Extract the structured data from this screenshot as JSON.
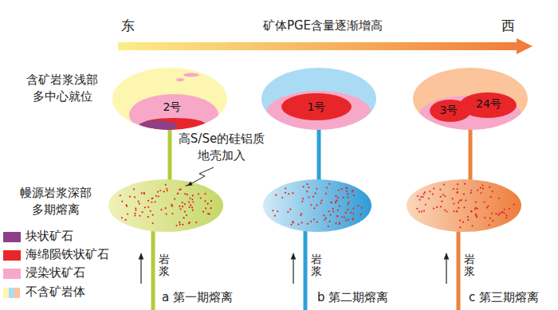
{
  "diagram": {
    "nodes": [
      {
        "text": [
          "2号"
        ]
      },
      {
        "text": [
          "1号"
        ]
      },
      {
        "text": [
          "3号",
          "24号"
        ]
      }
    ],
    "labels": [
      "东",
      "矿体PGE含量逐渐增高",
      "西",
      "含矿岩浆浅部 多中心就位",
      "高S/Se的硅铝质 地壳加入",
      "幔源岩浆深部 多期熔离",
      "岩浆",
      "岩浆",
      "岩浆",
      "a 第一期熔离",
      "b 第二期熔离",
      "c 第三期熔离"
    ],
    "legend": [
      {
        "text": "块状矿石",
        "color": "#8e3f86"
      },
      {
        "text": "海绵陨铁状矿石",
        "color": "#e8262a"
      },
      {
        "text": "浸染状矿石",
        "color": "#f7a8c8"
      },
      {
        "text": "不含矿岩体"
      }
    ]
  }
}
